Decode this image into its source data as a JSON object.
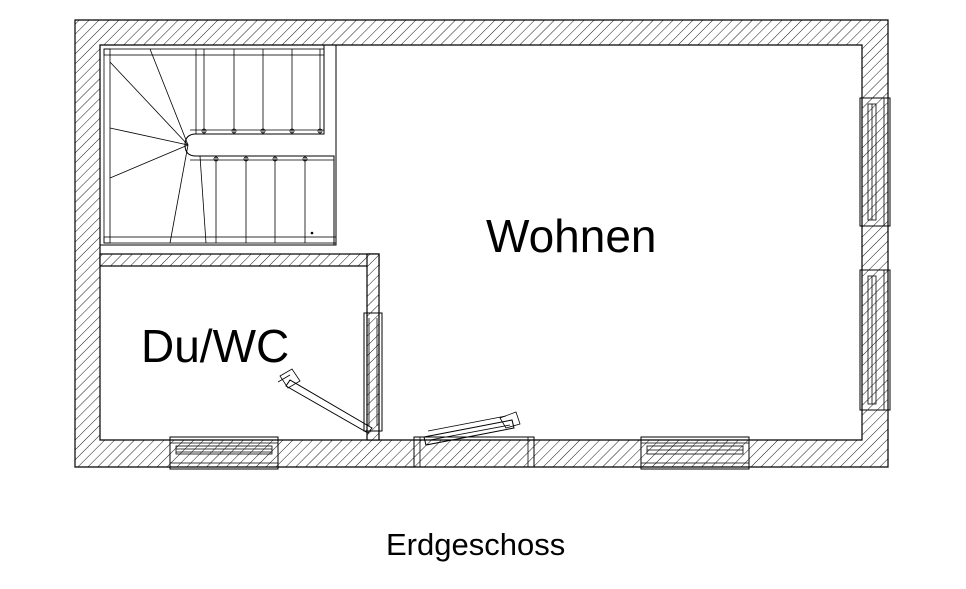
{
  "plan": {
    "rooms": [
      {
        "id": "wohnen",
        "label": "Wohnen"
      },
      {
        "id": "du-wc",
        "label": "Du/WC"
      }
    ],
    "caption": "Erdgeschoss",
    "stair_treads_upper": 5,
    "stair_treads_lower": 4,
    "stair_winders": 5
  }
}
